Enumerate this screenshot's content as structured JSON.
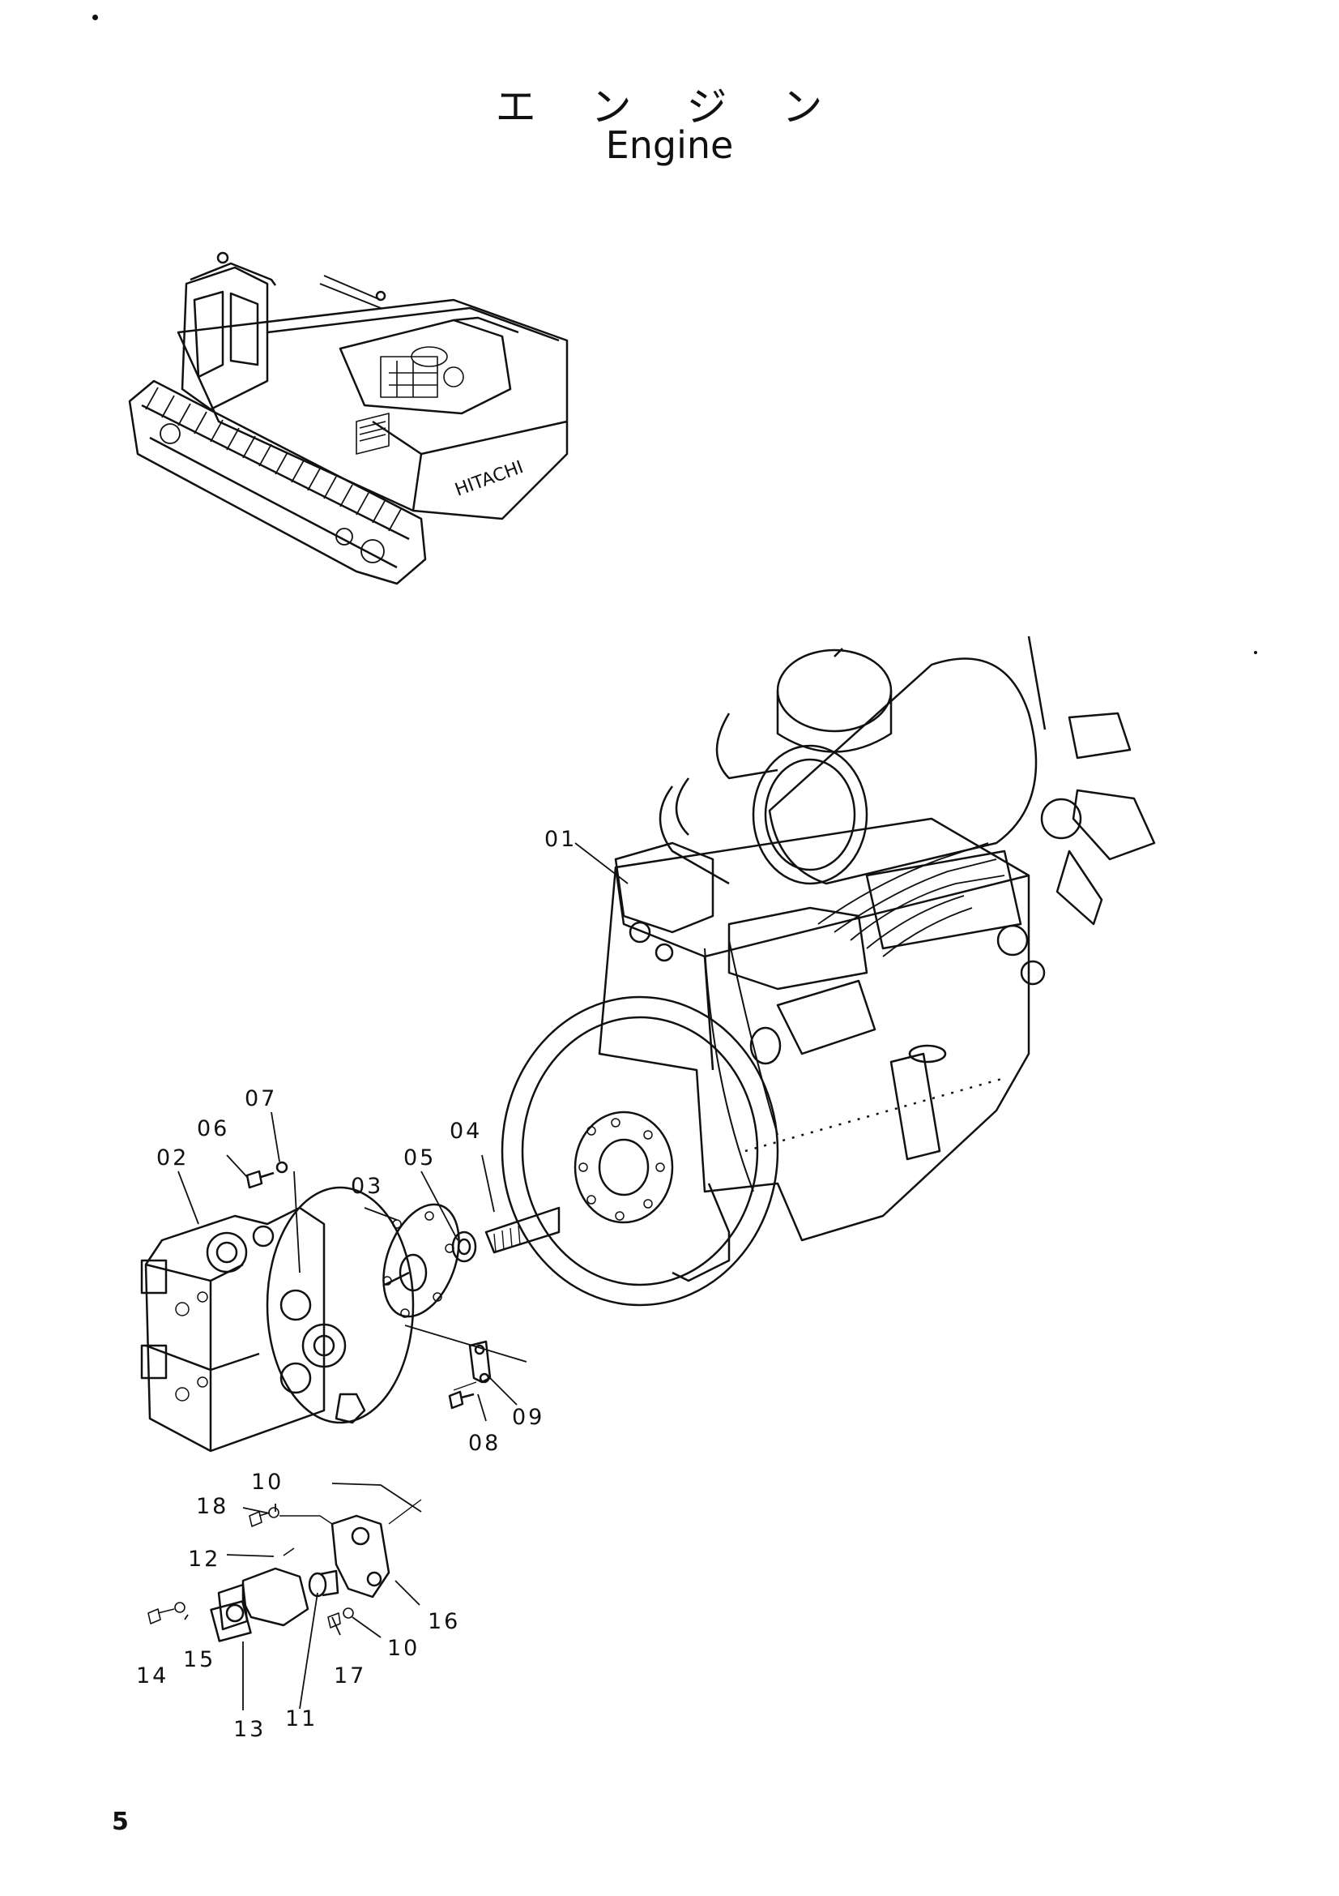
{
  "title_jp": "エ ン ジ ン",
  "title_en": "Engine",
  "page_number": "5",
  "machine_label": "HITACHI",
  "callouts": {
    "p01": "01",
    "p02": "02",
    "p03": "03",
    "p04": "04",
    "p05": "05",
    "p06": "06",
    "p07": "07",
    "p08": "08",
    "p09": "09",
    "p10a": "10",
    "p10b": "10",
    "p11": "11",
    "p12": "12",
    "p13": "13",
    "p14": "14",
    "p15": "15",
    "p16": "16",
    "p17": "17",
    "p18": "18"
  }
}
